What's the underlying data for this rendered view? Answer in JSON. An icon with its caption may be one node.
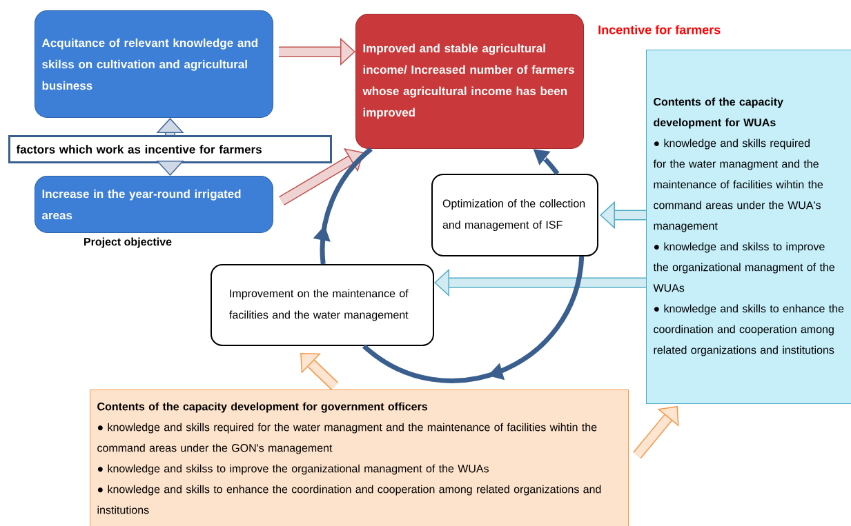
{
  "diagram": {
    "nodes": [
      {
        "text": [
          "Acquitance of relevant knowledge and skilss on cultivation and agricultural business"
        ]
      },
      {
        "text": [
          "Improved and stable agricultural income/ Increased number of farmers whose agricultural income has been improved"
        ],
        "beside": [
          "Incentive for farmers"
        ]
      },
      {
        "text": [
          "factors which work as incentive for farmers"
        ]
      },
      {
        "text": [
          "Increase in the year-round irrigated areas"
        ],
        "beside": [
          "Project objective"
        ]
      },
      {
        "text": [
          "Optimization of the collection and management of ISF"
        ]
      },
      {
        "text": [
          "Improvement on the maintenance of facilities and the water management"
        ]
      },
      {
        "text": [
          "Contents of the capacity development for WUAs",
          "● knowledge and skills required for the water managment and the maintenance of facilities wihtin the command areas under the WUA's management",
          "● knowledge and skilss to improve the organizational managment of the WUAs",
          "● knowledge and skills to enhance the coordination and cooperation among related organizations and institutions"
        ]
      },
      {
        "text": [
          "Contents of the capacity development for government officers",
          "● knowledge and skills required for the water managment and the maintenance of facilities wihtin the command areas under the GON's management",
          "● knowledge and skilss to improve the organizational managment of the WUAs",
          "● knowledge and skills to enhance the coordination and cooperation among related organizations and institutions"
        ]
      }
    ],
    "edges": [
      {
        "from": 0,
        "to": 1,
        "arrow": "to",
        "color": "#c0504d"
      },
      {
        "from": 3,
        "to": 1,
        "arrow": "to",
        "color": "#c0504d"
      },
      {
        "from": 2,
        "to": 0,
        "arrow": "to",
        "color": "#41679c"
      },
      {
        "from": 2,
        "to": 3,
        "arrow": "to",
        "color": "#41679c"
      },
      {
        "from": 6,
        "to": 4,
        "arrow": "to",
        "color": "#4bacc6"
      },
      {
        "from": 6,
        "to": 5,
        "arrow": "to",
        "color": "#4bacc6"
      },
      {
        "from": 7,
        "to": 5,
        "arrow": "to",
        "color": "#f79646"
      },
      {
        "from": 7,
        "to": 6,
        "arrow": "to",
        "color": "#f79646"
      },
      {
        "from": 5,
        "to": 1,
        "arrow": "to"
      },
      {
        "from": 4,
        "to": 1,
        "arrow": "to"
      },
      {
        "from": 4,
        "to": 5,
        "arrow": "to"
      }
    ]
  }
}
